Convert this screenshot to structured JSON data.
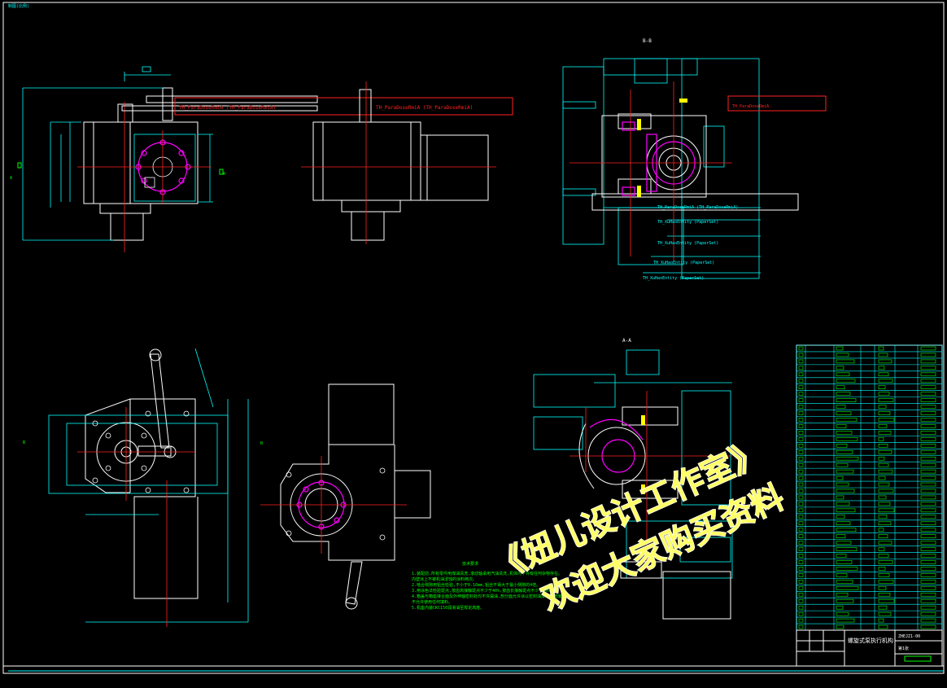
{
  "colors": {
    "background": "#000000",
    "frame": "#ffffff",
    "cyan": "#00ffff",
    "red": "#ff2020",
    "magenta": "#ff00ff",
    "green": "#00ff40",
    "yellow": "#ffff00",
    "blue": "#4040ff",
    "watermark_fill": "#ffff66",
    "watermark_outline": "#ffffff"
  },
  "top_left_label": "制图(比例)",
  "section_labels": {
    "bb": "B-B",
    "aa": "A-A",
    "a_left": "A",
    "a_right": "A",
    "b_left": "B",
    "b_mid": "B"
  },
  "red_callouts": {
    "left": "TH_ParaDoseRmiA (TH_ParaDoseRmiA)",
    "mid": "TH_ParaDoseRmiA (TH_ParaDoseRmiA)",
    "right": "TH_ParaDoseRmiA"
  },
  "cyan_callouts": {
    "c1": "TH_ParaDoseRmiA (TH_ParaDoseRmiA)",
    "c2": "TH_XuHaoEntity (PaperSet)",
    "c3": "TH_XuHaoEntity (PaperSet)",
    "c4": "TH_XuHaoEntity (PaperSet)",
    "c5": "TH_XuHaoEntity (PaperSet)"
  },
  "tech_req": {
    "title": "技术要求",
    "lines": [
      "1.装配前,所有零件用煤油清洗,滚动轴承用汽油清洗,机体内不许有任何杂物存在。",
      "  内壁涂上不被机油浸蚀的涂料两次。",
      "2.啮合侧隙用铅丝检验,不小于0.16mm,铅丝不得大于最小侧隙的4倍。",
      "3.用涂色法检验斑点,按齿高接触斑点不少于40%,按齿长接触斑点不少于50%。",
      "4.箱盖与箱座接合面及外伸轴密封处均不许漏油,剖分面允许涂以密封油漆或水玻璃。",
      "  不允许使用任何填料。",
      "5.机座内装CKC150润滑油至规定高度。"
    ]
  },
  "title_block": {
    "name": "螺旋式泵执行机构",
    "code": "ZHEJZ1-00",
    "sheet": "第1张"
  },
  "watermark": {
    "line1": "《妞儿设计工作室》",
    "line2": "欢迎大家购买资料"
  }
}
